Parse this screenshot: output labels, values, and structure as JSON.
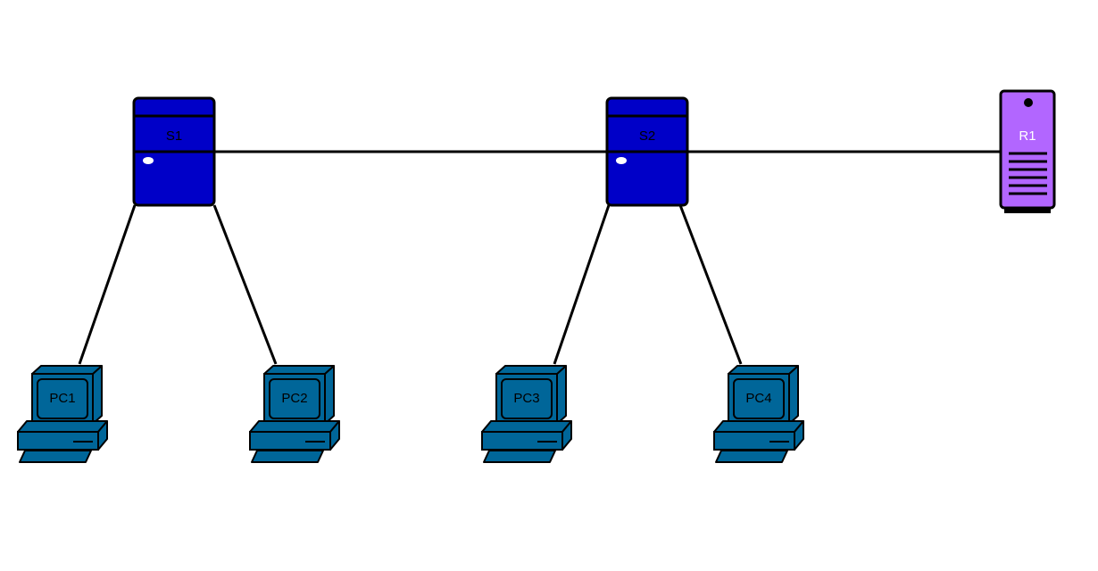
{
  "diagram": {
    "nodes": {
      "s1": {
        "label": "S1",
        "kind": "switch"
      },
      "s2": {
        "label": "S2",
        "kind": "switch"
      },
      "r1": {
        "label": "R1",
        "kind": "router"
      },
      "pc1": {
        "label": "PC1",
        "kind": "pc"
      },
      "pc2": {
        "label": "PC2",
        "kind": "pc"
      },
      "pc3": {
        "label": "PC3",
        "kind": "pc"
      },
      "pc4": {
        "label": "PC4",
        "kind": "pc"
      }
    },
    "links": [
      [
        "s1",
        "s2"
      ],
      [
        "s2",
        "r1"
      ],
      [
        "s1",
        "pc1"
      ],
      [
        "s1",
        "pc2"
      ],
      [
        "s2",
        "pc3"
      ],
      [
        "s2",
        "pc4"
      ]
    ],
    "colors": {
      "switch": "#0000c8",
      "router": "#b266ff",
      "pc": "#006699",
      "line": "#000000"
    }
  }
}
